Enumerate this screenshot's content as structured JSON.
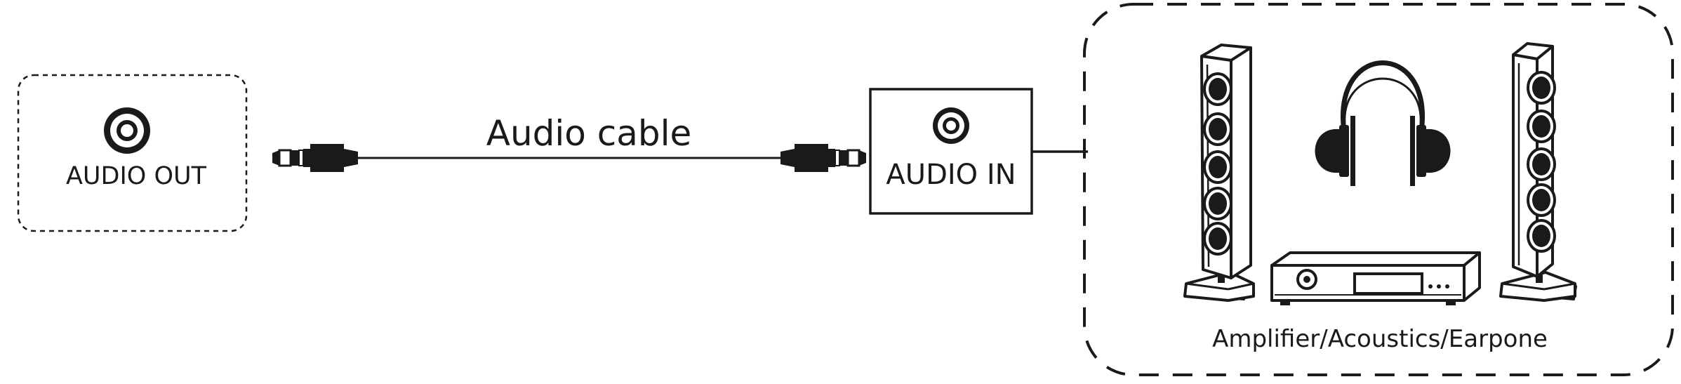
{
  "source_box": {
    "label": "AUDIO OUT"
  },
  "cable": {
    "label": "Audio cable"
  },
  "input_box": {
    "label": "AUDIO IN"
  },
  "devices_group": {
    "label": "Amplifier/Acoustics/Earpone"
  },
  "colors": {
    "stroke": "#1a1a1a",
    "background": "#ffffff"
  }
}
